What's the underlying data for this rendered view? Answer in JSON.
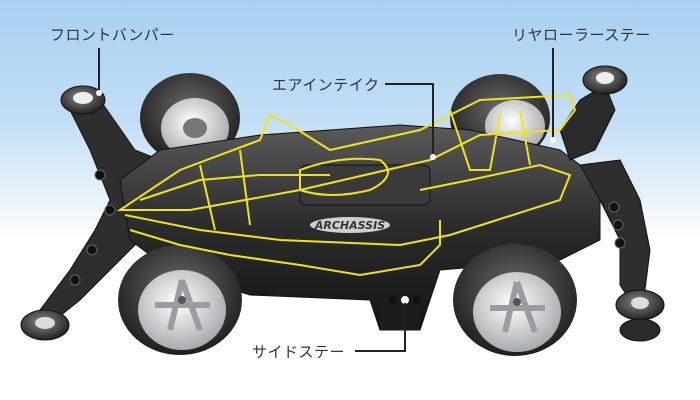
{
  "diagram": {
    "subject": "Mini 4WD chassis (AR chassis) with body outline overlay",
    "chassis_logo": "ARCHASSIS",
    "overlay_color": "#f2e21a",
    "chassis_color": "#2a2a2a",
    "wheel_color": "#d8dadc",
    "callouts": [
      {
        "id": "front-bumper",
        "text": "フロントバンパー"
      },
      {
        "id": "rear-roller-stay",
        "text": "リヤローラーステー"
      },
      {
        "id": "air-intake",
        "text": "エアインテイク"
      },
      {
        "id": "side-stay",
        "text": "サイドステー"
      }
    ]
  }
}
